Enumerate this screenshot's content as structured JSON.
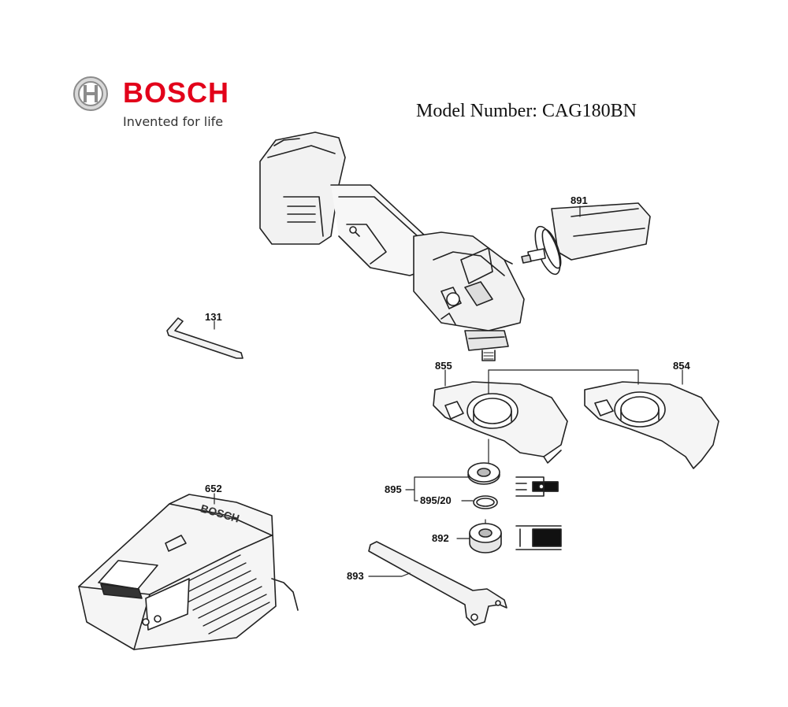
{
  "brand": {
    "name": "BOSCH",
    "tagline": "Invented for life",
    "color": "#e2001a"
  },
  "model": {
    "label": "Model Number: CAG180BN"
  },
  "parts": [
    {
      "number": "891",
      "part": "side-handle"
    },
    {
      "number": "131",
      "part": "hex-key"
    },
    {
      "number": "855",
      "part": "guard-left"
    },
    {
      "number": "854",
      "part": "guard-right"
    },
    {
      "number": "652",
      "part": "battery-charger"
    },
    {
      "number": "895",
      "part": "flange"
    },
    {
      "number": "895/20",
      "part": "o-ring"
    },
    {
      "number": "892",
      "part": "clamping-nut"
    },
    {
      "number": "893",
      "part": "spanner-wrench"
    }
  ]
}
